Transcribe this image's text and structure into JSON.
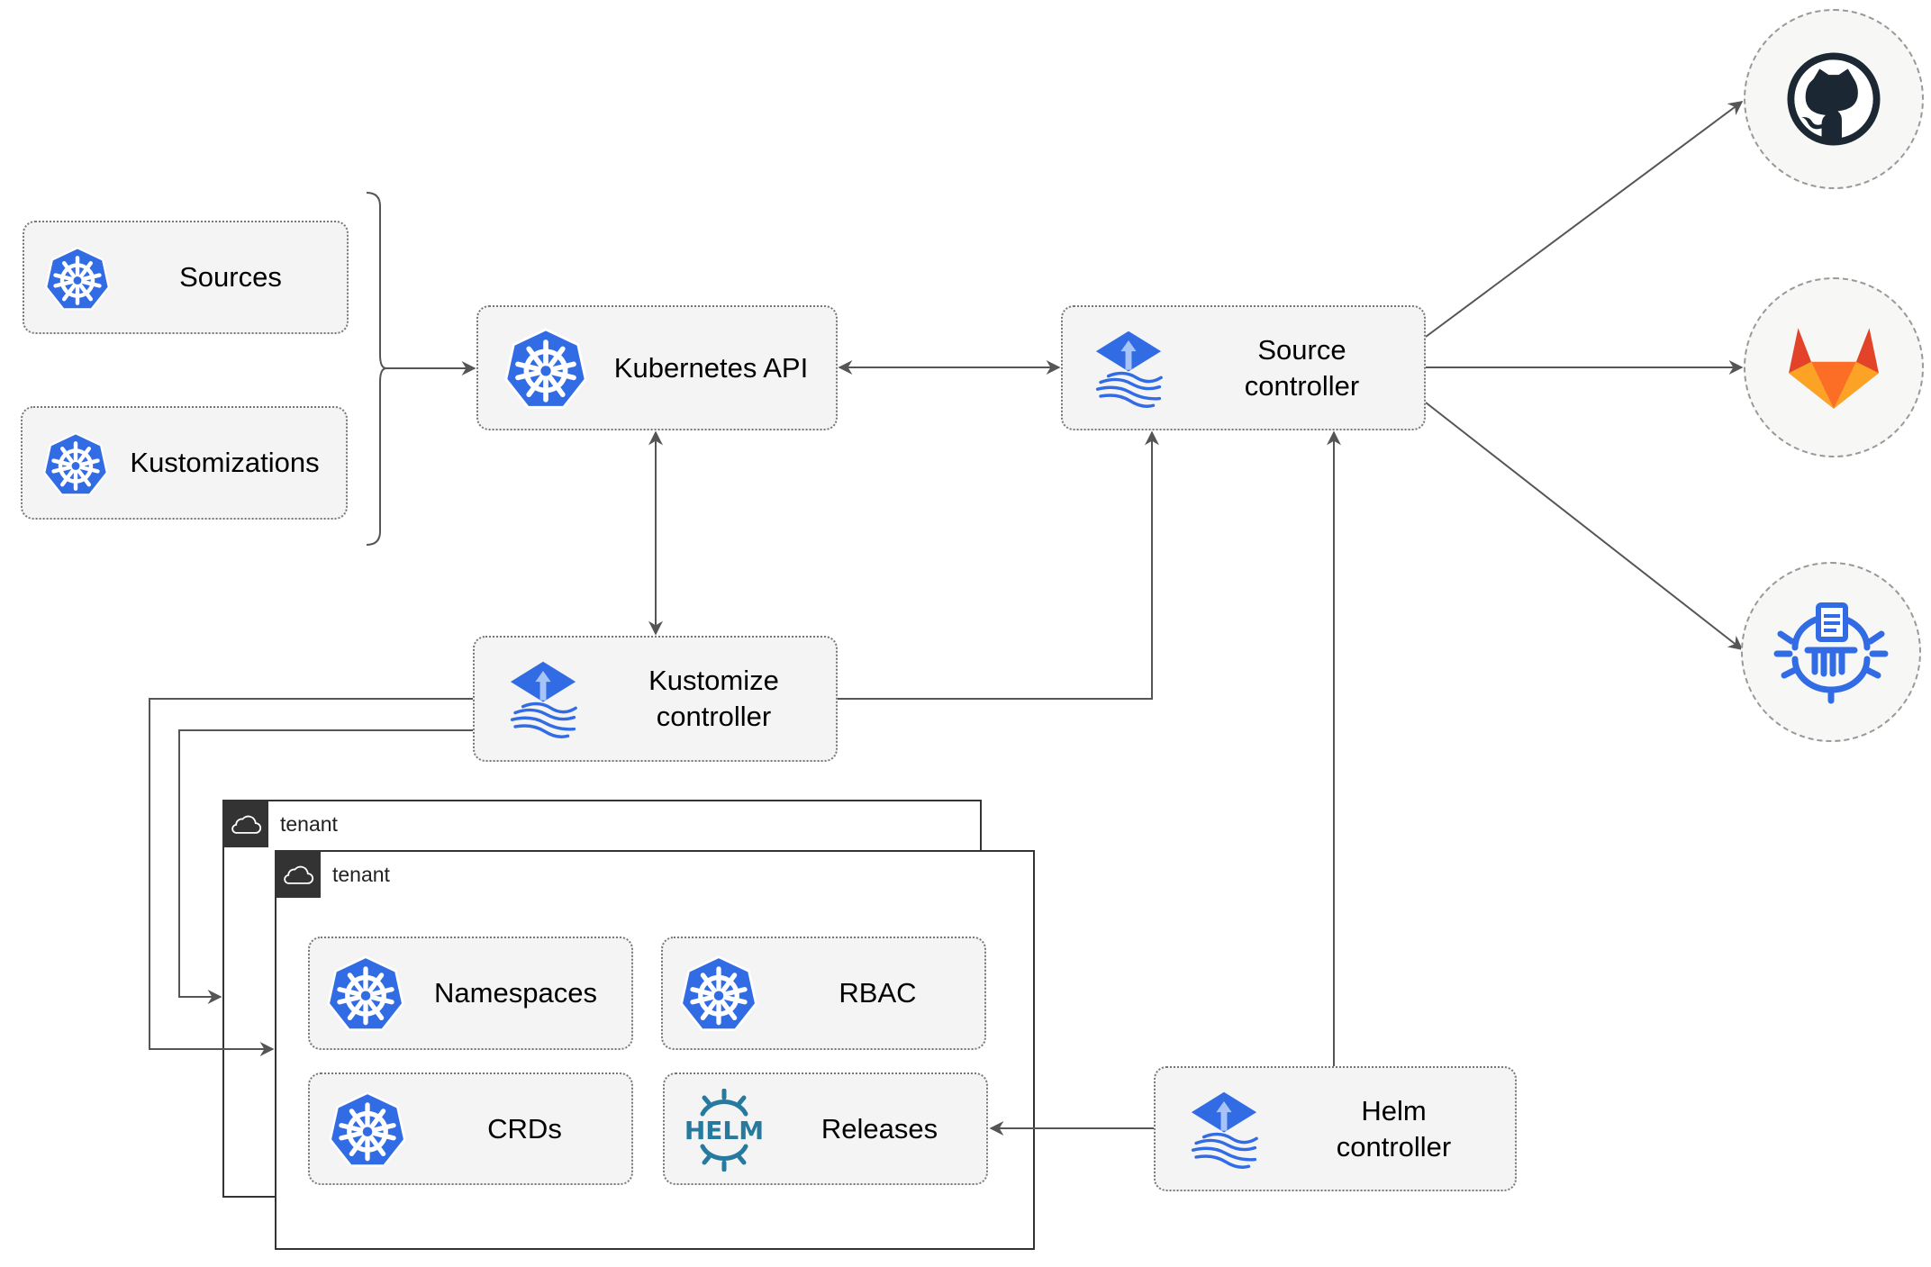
{
  "nodes": {
    "sources": "Sources",
    "kustomizations": "Kustomizations",
    "kubernetes_api": "Kubernetes API",
    "source_controller": [
      "Source",
      "controller"
    ],
    "kustomize_controller": [
      "Kustomize",
      "controller"
    ],
    "helm_controller": [
      "Helm",
      "controller"
    ],
    "namespaces": "Namespaces",
    "rbac": "RBAC",
    "crds": "CRDs",
    "releases": "Releases"
  },
  "tenants": [
    "tenant",
    "tenant"
  ],
  "helm_logo_text": "HELM",
  "external": [
    "github-icon",
    "gitlab-icon",
    "helm-repository-icon"
  ],
  "colors": {
    "k8s_blue": "#326ce5",
    "helm_teal": "#277a9f",
    "line": "#555555",
    "gitlab_orange": "#fc6d26"
  }
}
